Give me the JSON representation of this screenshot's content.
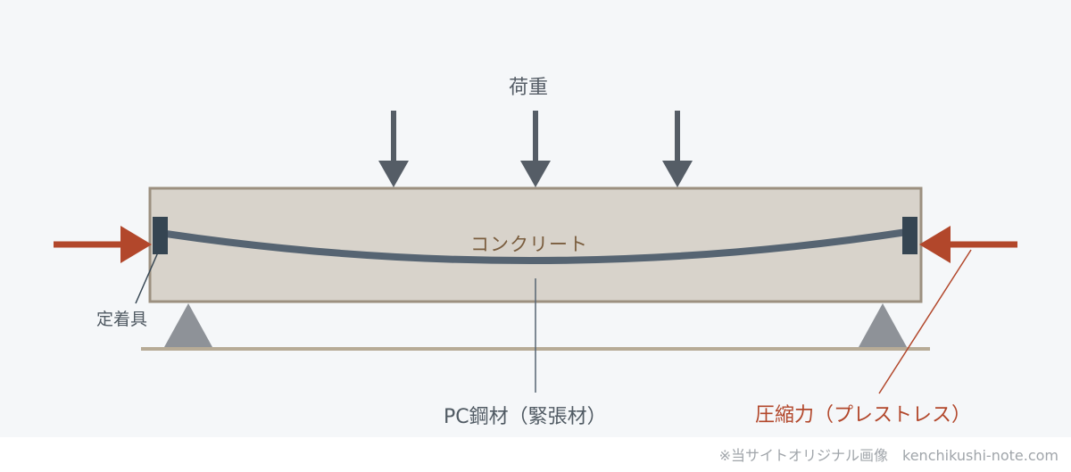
{
  "labels": {
    "load": "荷重",
    "concrete": "コンクリート",
    "anchorage": "定着具",
    "tendon": "PC鋼材（緊張材）",
    "compression": "圧縮力（プレストレス）"
  },
  "credit": "※当サイトオリジナル画像　kenchikushi-note.com",
  "colors": {
    "background": "#f5f7f9",
    "beam_fill": "#d8d3cb",
    "beam_border": "#9c9080",
    "tendon": "#566472",
    "load_arrow": "#555d66",
    "compression_arrow": "#b2472b",
    "support": "#8e9298",
    "ground": "#b7ab96"
  },
  "icons": {
    "load": "down-arrow-icon",
    "compression": "horizontal-arrow-icon",
    "support": "triangle-support-icon",
    "anchor": "anchor-plate-icon"
  }
}
